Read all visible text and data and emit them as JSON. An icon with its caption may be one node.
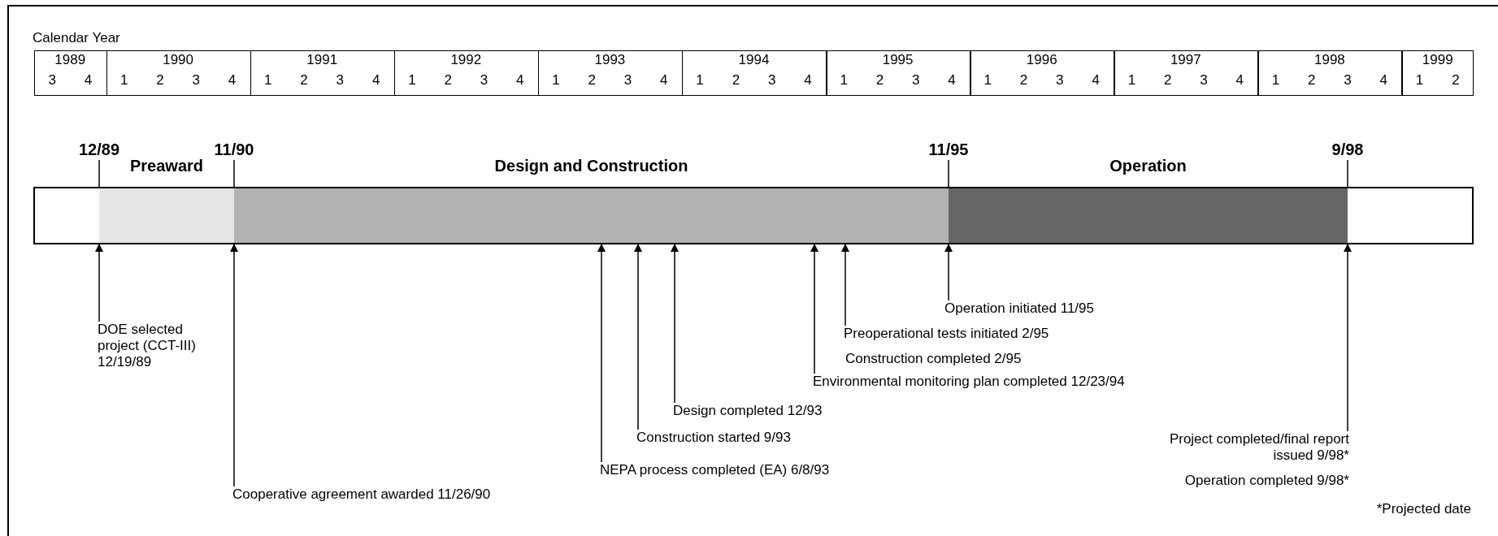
{
  "diagram": {
    "nodes": [
      {
        "text": [],
        "shape": "bar"
      },
      {
        "text": [
          "Preaward"
        ],
        "in": 0
      },
      {
        "text": [
          "Design and Construction"
        ],
        "in": 0
      },
      {
        "text": [
          "Operation"
        ],
        "in": 0
      },
      {
        "text": [
          "DOE selected project (CCT-III) 12/19/89"
        ]
      },
      {
        "text": [
          "Cooperative agreement awarded 11/26/90"
        ]
      },
      {
        "text": [
          "NEPA process completed (EA) 6/8/93"
        ]
      },
      {
        "text": [
          "Construction started 9/93"
        ]
      },
      {
        "text": [
          "Design completed 12/93"
        ]
      },
      {
        "text": [
          "Environmental monitoring plan completed 12/23/94"
        ]
      },
      {
        "text": [
          "Preoperational tests initiated 2/95"
        ]
      },
      {
        "text": [
          "Operation initiated 11/95"
        ]
      },
      {
        "text": [
          "Project completed/final report issued 9/98*"
        ]
      }
    ],
    "edges": [
      {
        "from": 4,
        "to": 0,
        "arrow": "to"
      },
      {
        "from": 5,
        "to": 0,
        "arrow": "to"
      },
      {
        "from": 6,
        "to": 0,
        "arrow": "to"
      },
      {
        "from": 7,
        "to": 0,
        "arrow": "to"
      },
      {
        "from": 8,
        "to": 0,
        "arrow": "to"
      },
      {
        "from": 9,
        "to": 0,
        "arrow": "to"
      },
      {
        "from": 10,
        "to": 0,
        "arrow": "to"
      },
      {
        "from": 11,
        "to": 0,
        "arrow": "to"
      },
      {
        "from": 12,
        "to": 0,
        "arrow": "to"
      }
    ],
    "labels": [
      "Calendar Year",
      "1989",
      "1990",
      "1991",
      "1992",
      "1993",
      "1994",
      "1995",
      "1996",
      "1997",
      "1998",
      "1999",
      "3",
      "4",
      "1",
      "2",
      "3",
      "4",
      "1",
      "2",
      "3",
      "4",
      "1",
      "2",
      "3",
      "4",
      "1",
      "2",
      "3",
      "4",
      "1",
      "2",
      "3",
      "4",
      "1",
      "2",
      "3",
      "4",
      "1",
      "2",
      "3",
      "4",
      "1",
      "2",
      "3",
      "4",
      "1",
      "2",
      "3",
      "4",
      "1",
      "2",
      "12/89",
      "11/90",
      "11/95",
      "9/98",
      "Construction completed 2/95",
      "Operation completed 9/98*",
      "*Projected date"
    ]
  }
}
